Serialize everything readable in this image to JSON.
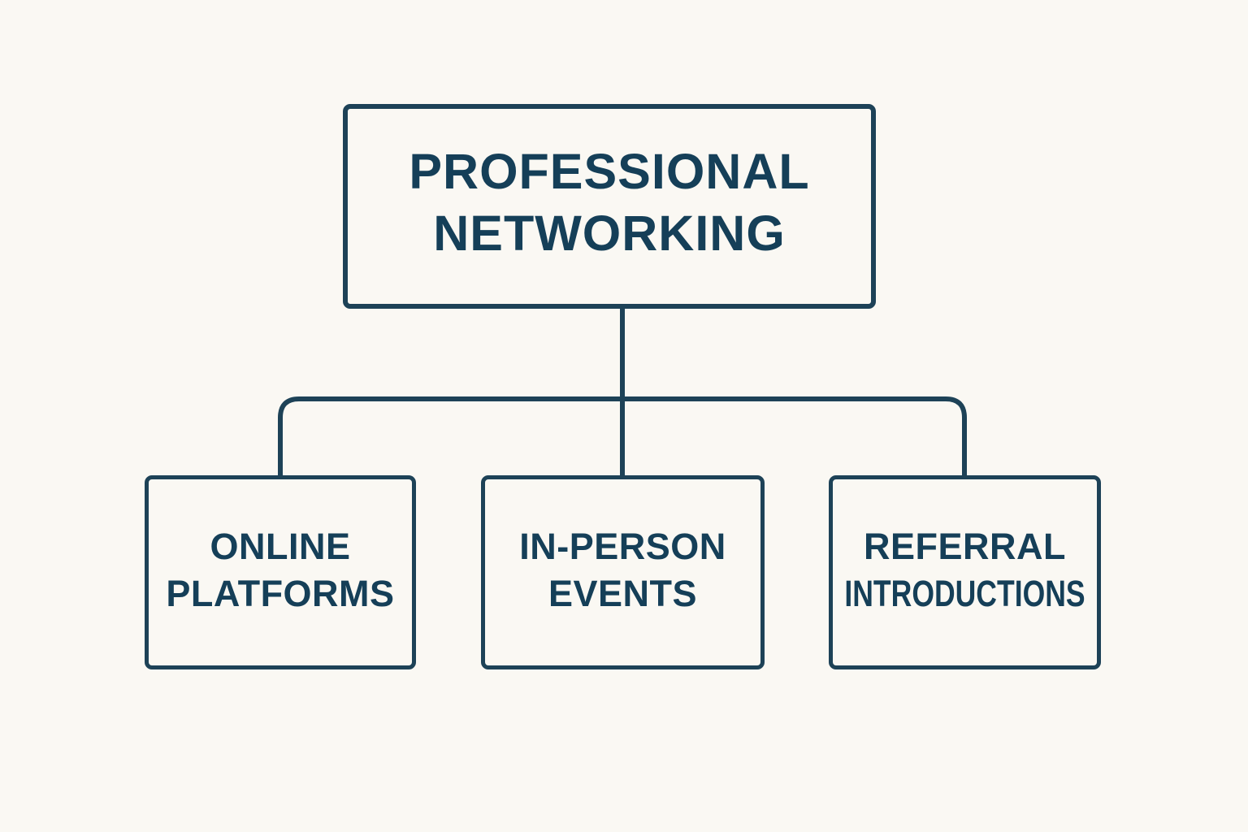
{
  "colors": {
    "background": "#faf8f3",
    "ink": "#153f58",
    "line": "#1d4257"
  },
  "root": {
    "line1": "PROFESSIONAL",
    "line2": "NETWORKING"
  },
  "children": [
    {
      "line1": "ONLINE",
      "line2": "PLATFORMS"
    },
    {
      "line1": "IN-PERSON",
      "line2": "EVENTS"
    },
    {
      "line1": "REFERRAL",
      "line2": "INTRODUCTIONS"
    }
  ]
}
